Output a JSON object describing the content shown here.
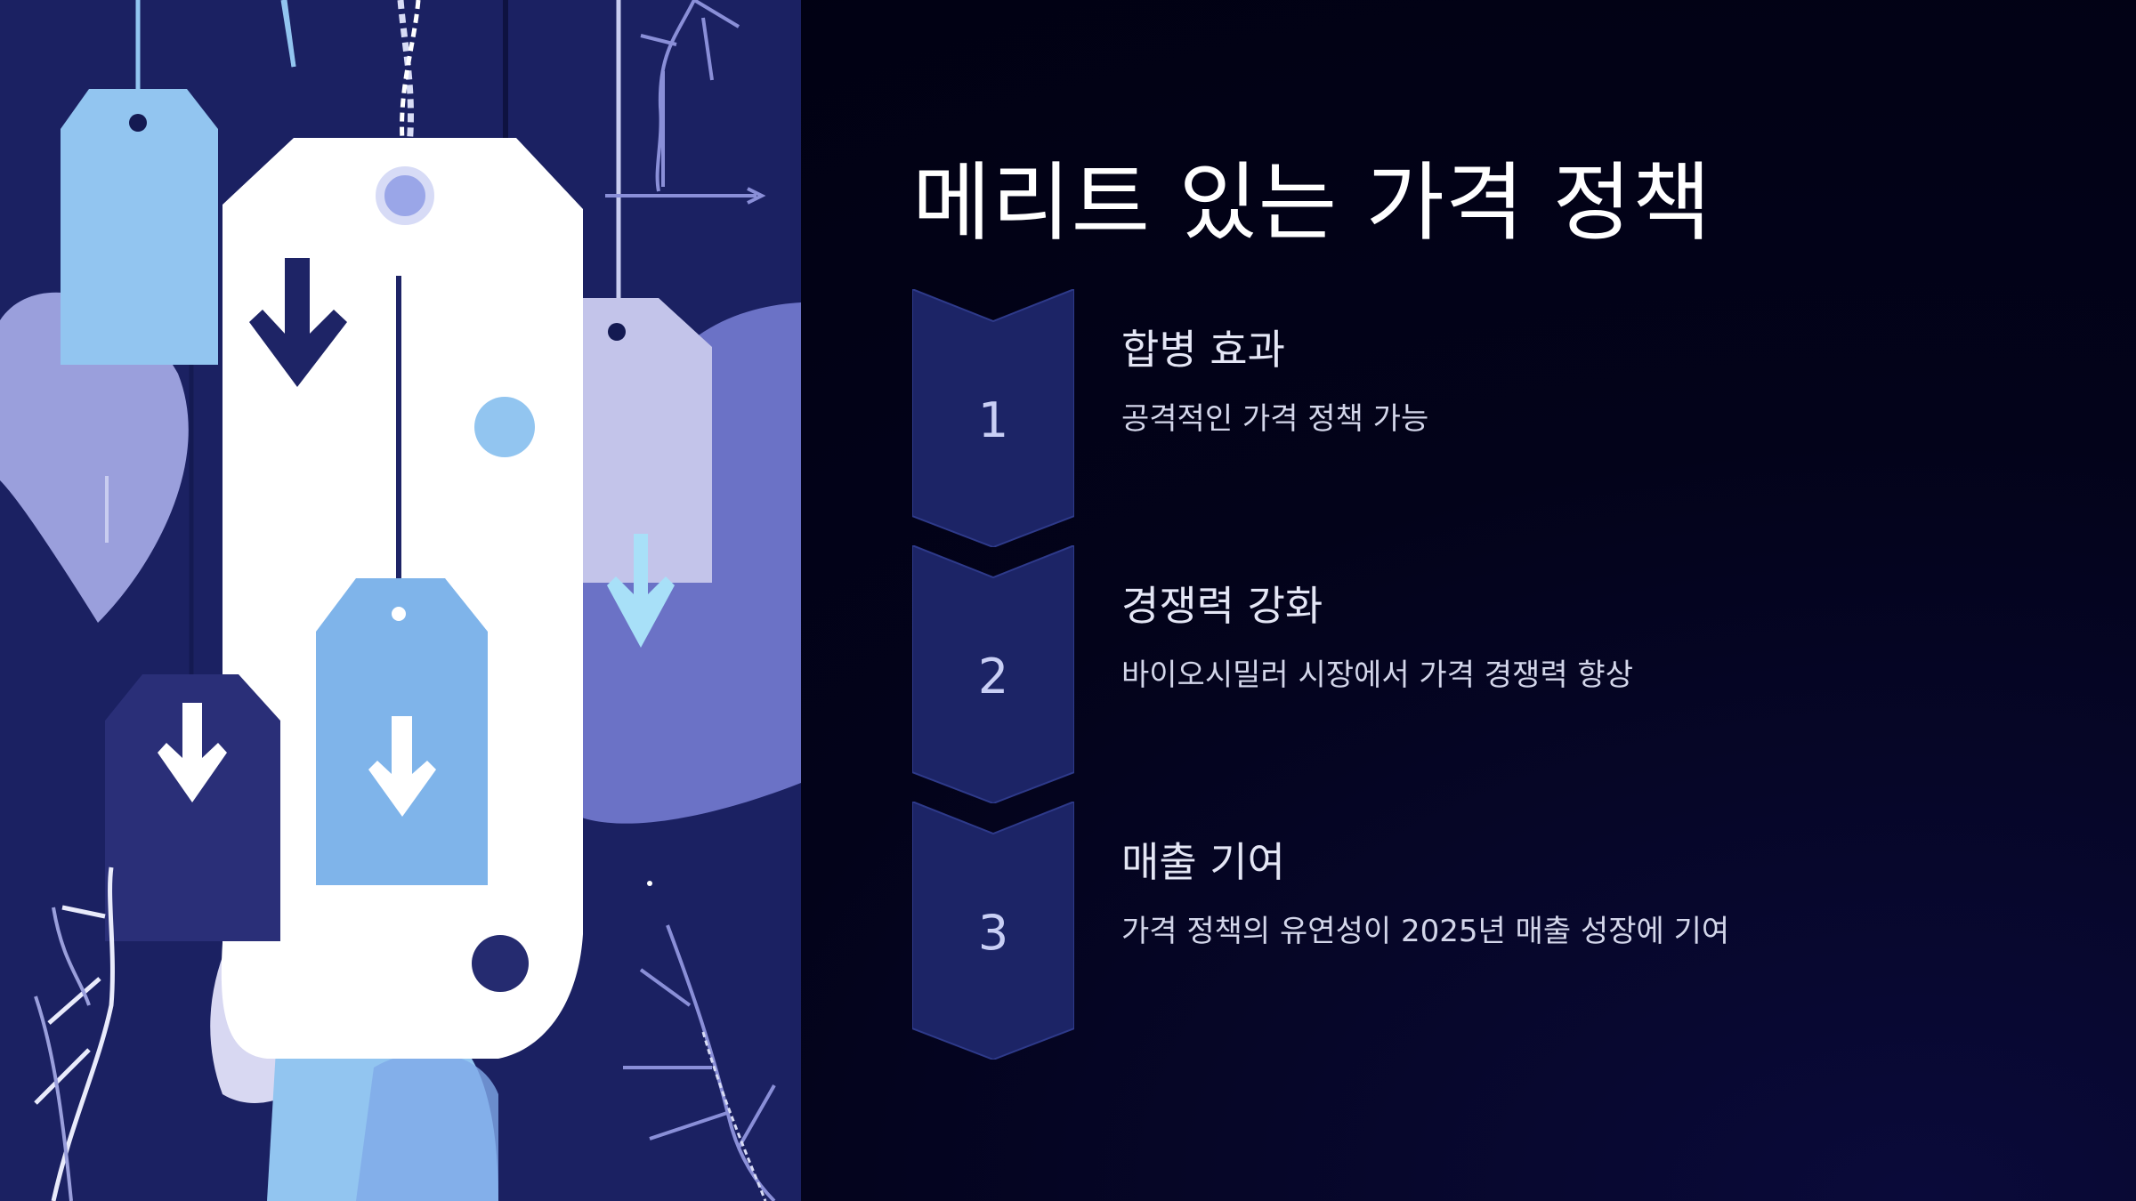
{
  "title": "메리트 있는 가격 정책",
  "steps": [
    {
      "number": "1",
      "heading": "합병 효과",
      "description": "공격적인 가격 정책 가능"
    },
    {
      "number": "2",
      "heading": "경쟁력 강화",
      "description": "바이오시밀러 시장에서 가격 경쟁력 향상"
    },
    {
      "number": "3",
      "heading": "매출 기여",
      "description": "가격 정책의 유연성이 2025년 매출 성장에 기여"
    }
  ],
  "colors": {
    "panel_background": "#1b2162",
    "chevron_fill": "#1c2466",
    "chevron_stroke": "#2e3a8a",
    "light_blue": "#92c5f0",
    "lavender": "#9a9fdc",
    "periwinkle": "#6b72c6"
  },
  "illustration_icons": [
    "price-tag-icon",
    "down-arrow-icon",
    "branch-icon"
  ]
}
